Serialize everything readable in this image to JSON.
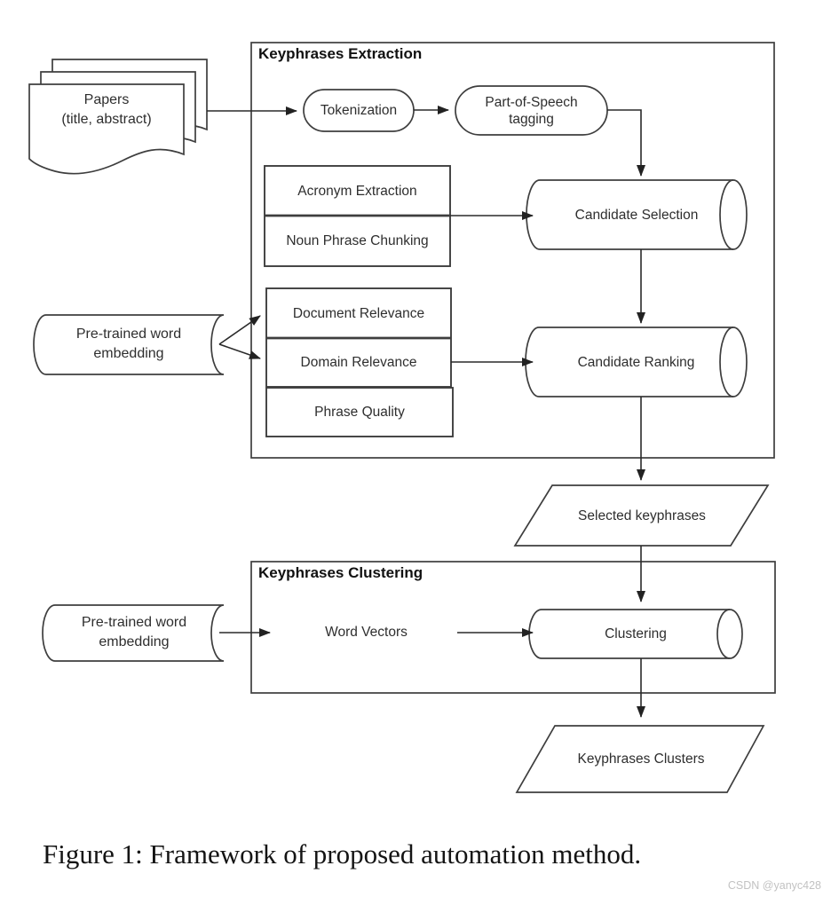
{
  "colors": {
    "stroke": "#3e3e3e",
    "text": "#2e2e2e",
    "header": "#111111",
    "arrow": "#222222",
    "watermark": "#c2c2c2",
    "background": "#ffffff"
  },
  "sections": {
    "extraction_title": "Keyphrases Extraction",
    "clustering_title": "Keyphrases Clustering"
  },
  "nodes": {
    "papers": {
      "line1": "Papers",
      "line2": "(title, abstract)"
    },
    "tokenization": "Tokenization",
    "pos_tagging": {
      "line1": "Part-of-Speech",
      "line2": "tagging"
    },
    "acronym_extraction": "Acronym Extraction",
    "noun_phrase_chunking": "Noun Phrase Chunking",
    "candidate_selection": "Candidate Selection",
    "pretrained_embedding_top": {
      "line1": "Pre-trained word",
      "line2": "embedding"
    },
    "document_relevance": "Document Relevance",
    "domain_relevance": "Domain Relevance",
    "phrase_quality": "Phrase Quality",
    "candidate_ranking": "Candidate Ranking",
    "selected_keyphrases": "Selected keyphrases",
    "pretrained_embedding_bottom": {
      "line1": "Pre-trained word",
      "line2": "embedding"
    },
    "word_vectors": "Word Vectors",
    "clustering": "Clustering",
    "keyphrases_clusters": "Keyphrases Clusters"
  },
  "caption": "Figure 1: Framework of proposed automation method.",
  "watermark": "CSDN @yanyc428"
}
